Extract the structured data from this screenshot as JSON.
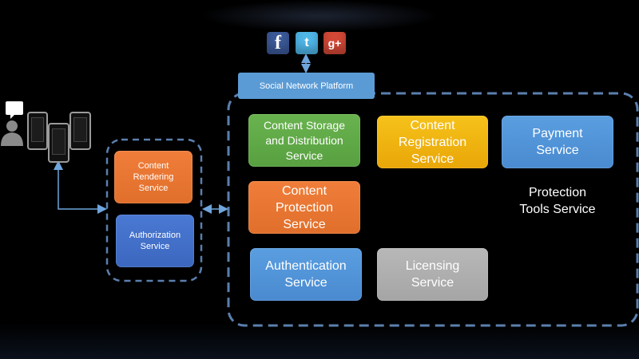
{
  "colors": {
    "green": "#5fa845",
    "yellow": "#f0b411",
    "blue": "#5295d8",
    "orange": "#e9763a",
    "gray": "#ababab",
    "navy": "#4170c9",
    "dashed_border": "#5b7fae",
    "arrow": "#6fa5dc"
  },
  "icons": [
    "facebook-icon",
    "twitter-icon",
    "google-plus-icon",
    "user-icon",
    "chat-icon",
    "phone-icon",
    "tablet-icon"
  ],
  "social": {
    "facebook_glyph": "f",
    "twitter_glyph": "t",
    "google_glyph": "g+",
    "platform_label": "Social Network Platform"
  },
  "client": {
    "rendering_label": "Content Rendering Service",
    "authorization_label": "Authorization Service"
  },
  "server": {
    "storage_label": "Content Storage and Distribution Service",
    "registration_label": "Content Registration Service",
    "payment_label": "Payment Service",
    "protection_label": "Content Protection Service",
    "tools_label": "Protection Tools Service",
    "authentication_label": "Authentication Service",
    "licensing_label": "Licensing Service"
  }
}
